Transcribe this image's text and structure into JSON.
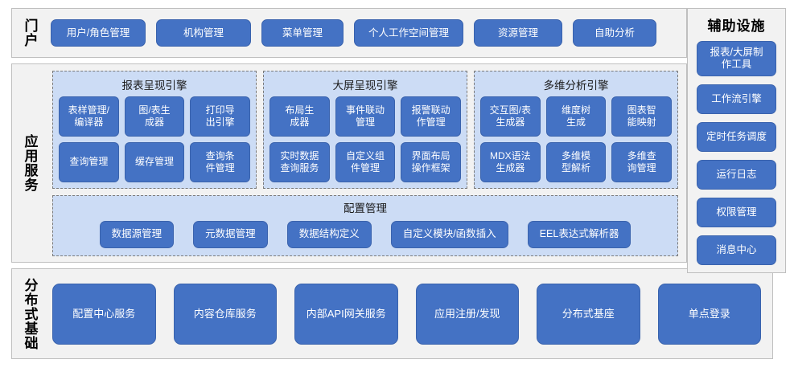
{
  "theme": {
    "button_fill": "#4472c4",
    "button_border": "#3a63ad",
    "band_fill": "#f2f2f2",
    "band_border": "#bfbfbf",
    "engine_fill": "#ccdcf5",
    "engine_border": "#7a7a7a",
    "text_on_button": "#ffffff"
  },
  "portal": {
    "label": "门户",
    "buttons": [
      {
        "label": "用户/角色管理"
      },
      {
        "label": "机构管理"
      },
      {
        "label": "菜单管理"
      },
      {
        "label": "个人工作空间管理"
      },
      {
        "label": "资源管理"
      },
      {
        "label": "自助分析"
      }
    ]
  },
  "auxiliary": {
    "title": "辅助设施",
    "items": [
      {
        "label": "报表/大屏制\n作工具"
      },
      {
        "label": "工作流引擎"
      },
      {
        "label": "定时任务调度"
      },
      {
        "label": "运行日志"
      },
      {
        "label": "权限管理"
      },
      {
        "label": "消息中心"
      }
    ]
  },
  "application_service": {
    "label": "应用服务",
    "engines": [
      {
        "title": "报表呈现引擎",
        "items": [
          {
            "label": "表样管理/\n编译器"
          },
          {
            "label": "图/表生\n成器"
          },
          {
            "label": "打印导\n出引擎"
          },
          {
            "label": "查询管理"
          },
          {
            "label": "缓存管理"
          },
          {
            "label": "查询条\n件管理"
          }
        ]
      },
      {
        "title": "大屏呈现引擎",
        "items": [
          {
            "label": "布局生\n成器"
          },
          {
            "label": "事件联动\n管理"
          },
          {
            "label": "报警联动\n作管理"
          },
          {
            "label": "实时数据\n查询服务"
          },
          {
            "label": "自定义组\n件管理"
          },
          {
            "label": "界面布局\n操作框架"
          }
        ]
      },
      {
        "title": "多维分析引擎",
        "items": [
          {
            "label": "交互图/表\n生成器"
          },
          {
            "label": "维度树\n生成"
          },
          {
            "label": "图表智\n能映射"
          },
          {
            "label": "MDX语法\n生成器"
          },
          {
            "label": "多维模\n型解析"
          },
          {
            "label": "多维查\n询管理"
          }
        ]
      }
    ],
    "config": {
      "title": "配置管理",
      "items": [
        {
          "label": "数据源管理"
        },
        {
          "label": "元数据管理"
        },
        {
          "label": "数据结构定义"
        },
        {
          "label": "自定义模块/函数插入"
        },
        {
          "label": "EEL表达式解析器"
        }
      ]
    }
  },
  "distributed_base": {
    "label": "分布式基础",
    "items": [
      {
        "label": "配置中心服务"
      },
      {
        "label": "内容仓库服务"
      },
      {
        "label": "内部API网关服务"
      },
      {
        "label": "应用注册/发现"
      },
      {
        "label": "分布式基座"
      },
      {
        "label": "单点登录"
      }
    ]
  }
}
